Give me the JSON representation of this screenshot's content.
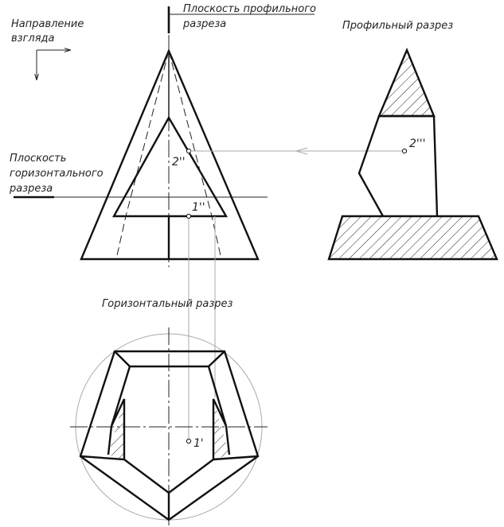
{
  "labels": {
    "view_direction_line1": "Направление",
    "view_direction_line2": "взгляда",
    "profile_plane_line1": "Плоскость профильного",
    "profile_plane_line2": "разреза",
    "profile_section": "Профильный разрез",
    "horizontal_plane_line1": "Плоскость",
    "horizontal_plane_line2": "горизонтального",
    "horizontal_plane_line3": "разреза",
    "horizontal_section": "Горизонтальный разрез"
  },
  "points": {
    "p1_front": "1''",
    "p1_top": "1'",
    "p2_front": "2''",
    "p2_side": "2'''"
  },
  "colors": {
    "line": "#111111",
    "construction": "#aaaaaa"
  }
}
